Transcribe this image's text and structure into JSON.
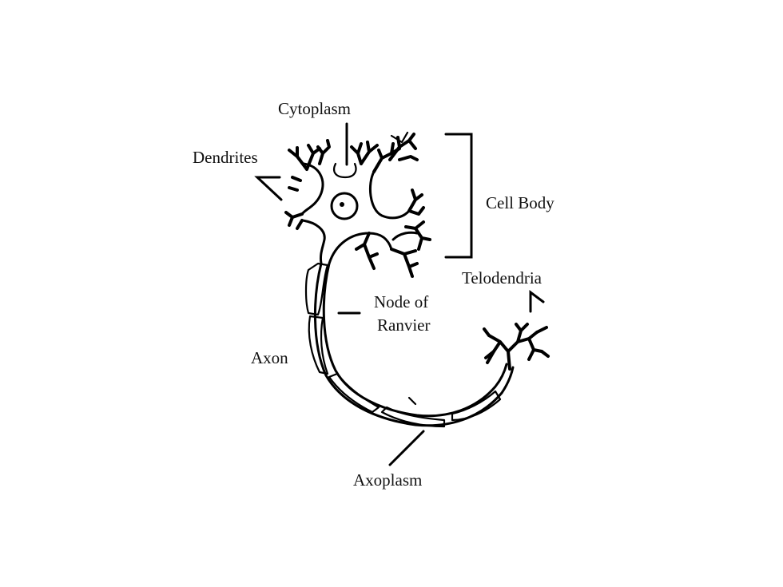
{
  "labels": {
    "cytoplasm": "Cytoplasm",
    "dendrites": "Dendrites",
    "cell_body": "Cell Body",
    "telodendria": "Telodendria",
    "node_line1": "Node of",
    "node_line2": "Ranvier",
    "axon": "Axon",
    "axoplasm": "Axoplasm"
  }
}
